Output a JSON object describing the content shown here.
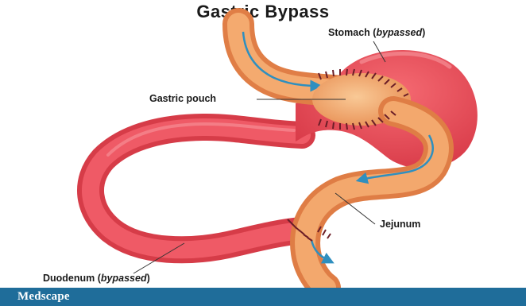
{
  "title": "Gastric Bypass",
  "labels": {
    "stomach": {
      "name": "Stomach",
      "qualifier": "bypassed"
    },
    "pouch": {
      "name": "Gastric pouch"
    },
    "jejunum": {
      "name": "Jejunum"
    },
    "duodenum": {
      "name": "Duodenum",
      "qualifier": "bypassed"
    }
  },
  "footer": {
    "brand": "Medscape"
  },
  "colors": {
    "stomach": "#e8505b",
    "pouch": "#f2b27c",
    "intestine": "#ee9a64",
    "flow_arrow": "#2f8fbf",
    "staples": "#6b1e27",
    "footer": "#1f6d9a"
  }
}
